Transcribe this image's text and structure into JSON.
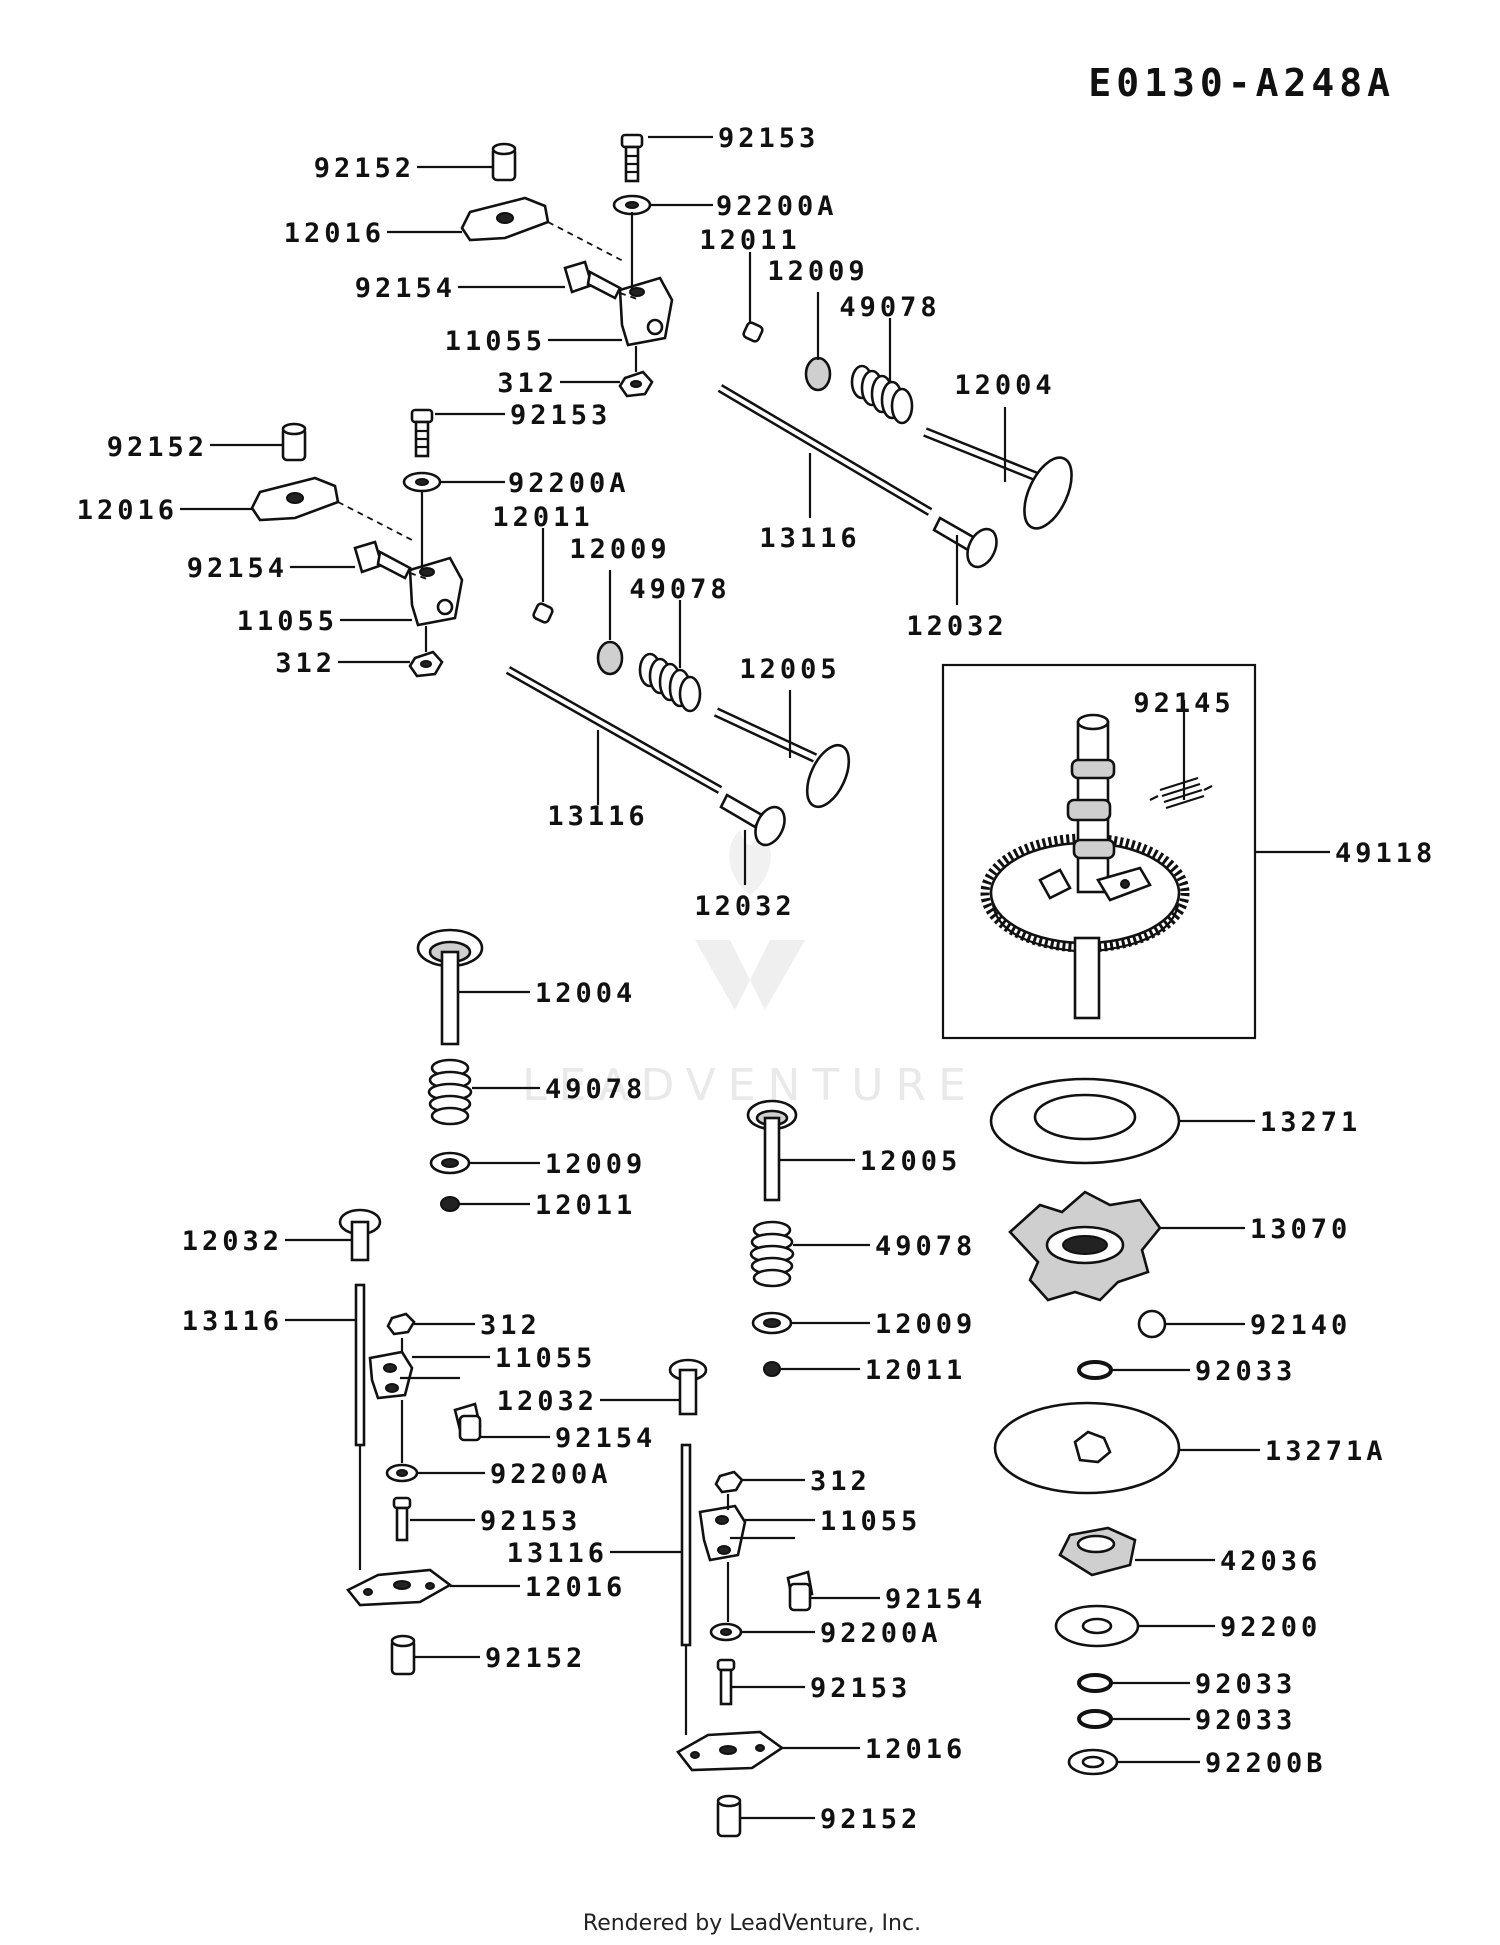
{
  "diagram_code": "E0130-A248A",
  "footer": "Rendered by LeadVenture, Inc.",
  "watermark": "LEADVENTURE",
  "callouts": {
    "u1_92153": "92153",
    "u1_92152": "92152",
    "u1_92200A": "92200A",
    "u1_12016": "12016",
    "u1_12011": "12011",
    "u1_12009": "12009",
    "u1_92154": "92154",
    "u1_49078": "49078",
    "u1_11055": "11055",
    "u1_312": "312",
    "u1_12004": "12004",
    "u1_13116": "13116",
    "u1_12032": "12032",
    "u2_92152": "92152",
    "u2_92153": "92153",
    "u2_92200A": "92200A",
    "u2_12016": "12016",
    "u2_12011": "12011",
    "u2_12009": "12009",
    "u2_92154": "92154",
    "u2_49078": "49078",
    "u2_11055": "11055",
    "u2_312": "312",
    "u2_12005": "12005",
    "u2_13116": "13116",
    "u2_12032": "12032",
    "cam_92145": "92145",
    "cam_49118": "49118",
    "m_12004": "12004",
    "m_49078": "49078",
    "m_12009": "12009",
    "m_12011": "12011",
    "m_12005": "12005",
    "m_49078b": "49078",
    "m_12009b": "12009",
    "m_12011b": "12011",
    "l_12032": "12032",
    "l_13116": "13116",
    "l_312": "312",
    "l_11055": "11055",
    "l_92154": "92154",
    "l_92200A": "92200A",
    "l_92153": "92153",
    "l_12016": "12016",
    "l_92152": "92152",
    "c_12032": "12032",
    "c_13116": "13116",
    "c_312": "312",
    "c_11055": "11055",
    "c_92154": "92154",
    "c_92200A": "92200A",
    "c_92153": "92153",
    "c_12016": "12016",
    "c_92152": "92152",
    "r_13271": "13271",
    "r_13070": "13070",
    "r_92140": "92140",
    "r_92033": "92033",
    "r_13271A": "13271A",
    "r_42036": "42036",
    "r_92200": "92200",
    "r_92033b": "92033",
    "r_92033c": "92033",
    "r_92200B": "92200B"
  }
}
